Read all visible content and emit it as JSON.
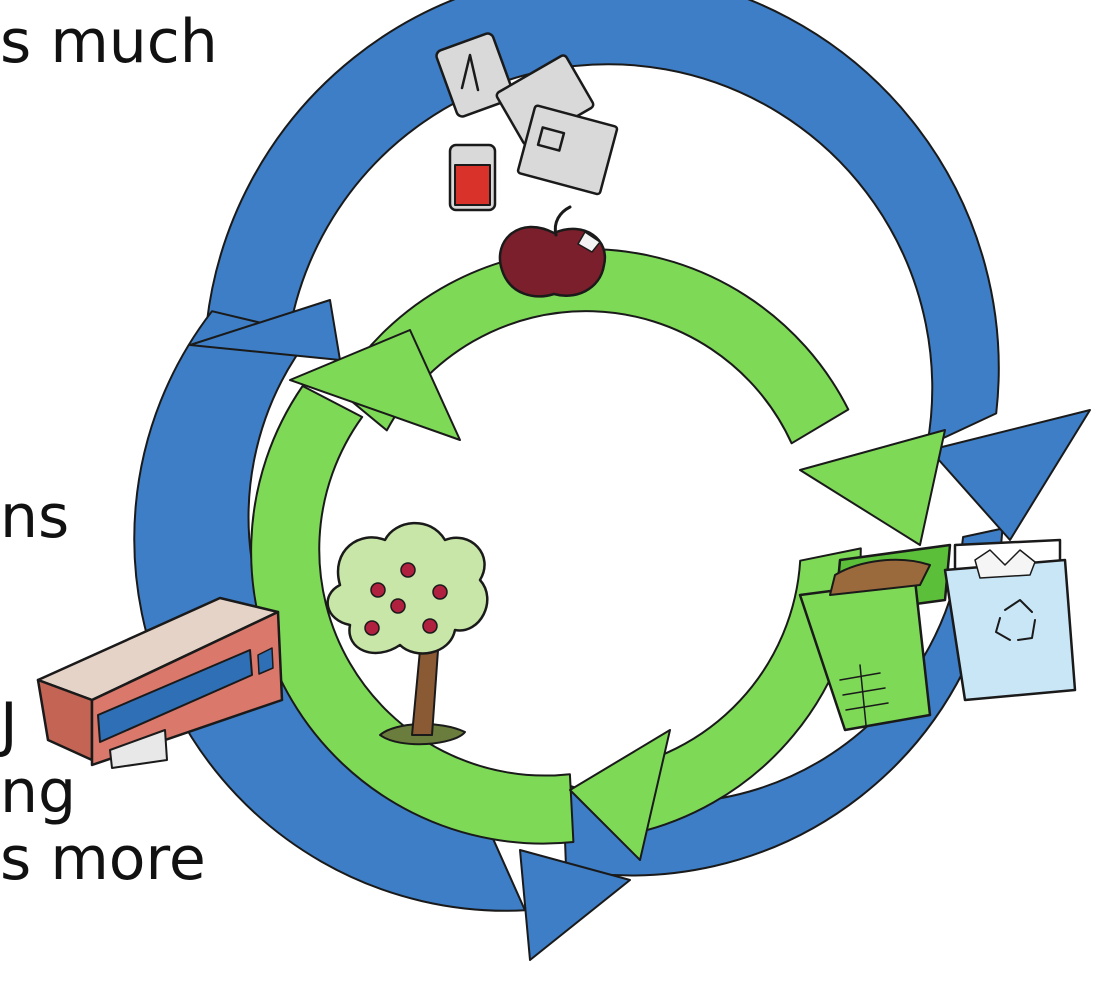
{
  "text_fragments": [
    "s much",
    "ns",
    "J",
    "ng",
    "s more"
  ],
  "colors": {
    "outer_ring": "#3d7ec6",
    "outer_ring_dark": "#2e6aad",
    "inner_ring": "#7ed957",
    "inner_ring_dark": "#5cbf3a",
    "outline": "#1a1a1a",
    "apple": "#7a1f2b",
    "tree_canopy": "#c8e6a8",
    "tree_fruit": "#b0203f",
    "building": "#d9786b",
    "recycle_bin": "#c9e6f7",
    "compost_bin": "#7ed957",
    "devices_grey": "#d9d9d9",
    "can_red": "#d8322a"
  },
  "icons": [
    "devices-icon",
    "apple-icon",
    "tree-icon",
    "building-icon",
    "compost-bin-icon",
    "recycle-bin-icon",
    "recycle-symbol-icon"
  ]
}
